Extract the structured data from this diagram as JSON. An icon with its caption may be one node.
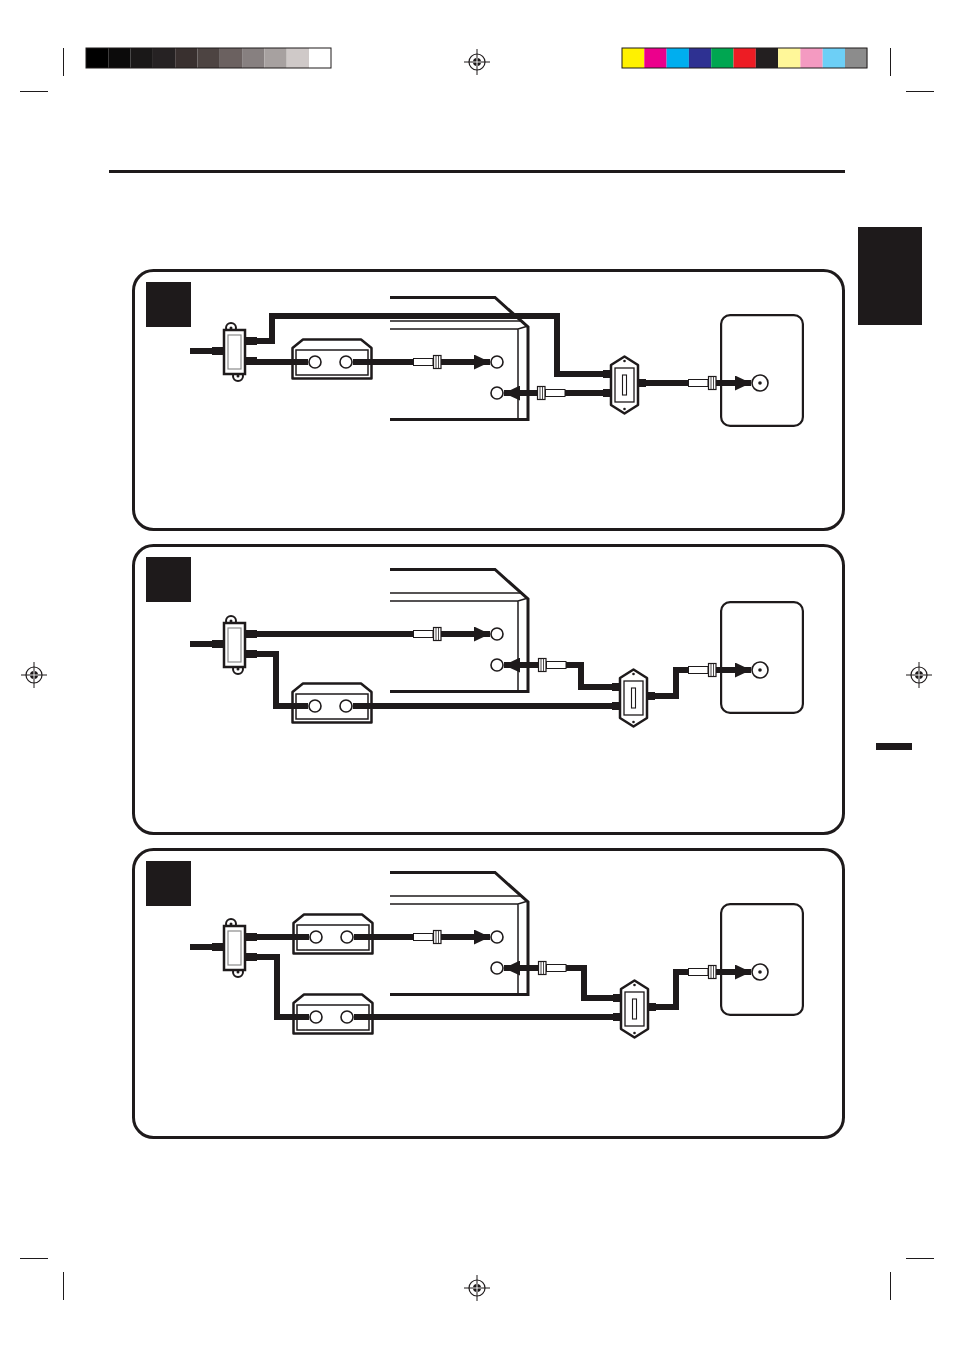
{
  "diagram": {
    "nodes": [
      {
        "text": [],
        "shape": "box"
      },
      {
        "text": [],
        "shape": "picture",
        "in": 0
      },
      {
        "text": [],
        "shape": "picture",
        "in": 0
      },
      {
        "text": [],
        "shape": "circle",
        "in": 2
      },
      {
        "text": [],
        "shape": "circle",
        "in": 2
      },
      {
        "text": [],
        "shape": "picture",
        "in": 0
      },
      {
        "text": [],
        "shape": "circle",
        "in": 5
      },
      {
        "text": [],
        "shape": "circle",
        "in": 5
      },
      {
        "text": [],
        "shape": "picture",
        "in": 0
      },
      {
        "text": [],
        "shape": "box",
        "in": 0
      },
      {
        "text": [],
        "shape": "circle",
        "in": 9
      },
      {
        "text": [],
        "shape": "box"
      },
      {
        "text": [],
        "shape": "picture",
        "in": 11
      },
      {
        "text": [],
        "shape": "picture",
        "in": 11
      },
      {
        "text": [],
        "shape": "circle",
        "in": 13
      },
      {
        "text": [],
        "shape": "circle",
        "in": 13
      },
      {
        "text": [],
        "shape": "picture",
        "in": 11
      },
      {
        "text": [],
        "shape": "circle",
        "in": 16
      },
      {
        "text": [],
        "shape": "circle",
        "in": 16
      },
      {
        "text": [],
        "shape": "picture",
        "in": 11
      },
      {
        "text": [],
        "shape": "box",
        "in": 11
      },
      {
        "text": [],
        "shape": "circle",
        "in": 20
      },
      {
        "text": [],
        "shape": "box"
      },
      {
        "text": [],
        "shape": "picture",
        "in": 22
      },
      {
        "text": [],
        "shape": "picture",
        "in": 22
      },
      {
        "text": [],
        "shape": "circle",
        "in": 24
      },
      {
        "text": [],
        "shape": "circle",
        "in": 24
      },
      {
        "text": [],
        "shape": "picture",
        "in": 22
      },
      {
        "text": [],
        "shape": "circle",
        "in": 27
      },
      {
        "text": [],
        "shape": "circle",
        "in": 27
      },
      {
        "text": [],
        "shape": "picture",
        "in": 22
      },
      {
        "text": [],
        "shape": "circle",
        "in": 30
      },
      {
        "text": [],
        "shape": "circle",
        "in": 30
      },
      {
        "text": [],
        "shape": "picture",
        "in": 22
      },
      {
        "text": [],
        "shape": "box",
        "in": 22
      },
      {
        "text": [],
        "shape": "circle",
        "in": 34
      },
      {
        "text": [],
        "shape": "bar"
      },
      {
        "text": [],
        "shape": "bar"
      }
    ],
    "edges": [
      {
        "from": null,
        "to": 1,
        "arrow": "none"
      },
      {
        "from": 1,
        "to": 8,
        "arrow": "none"
      },
      {
        "from": 1,
        "to": 3,
        "arrow": "none"
      },
      {
        "from": 4,
        "to": 6,
        "arrow": "to"
      },
      {
        "from": 8,
        "to": 7,
        "arrow": "to"
      },
      {
        "from": 8,
        "to": 10,
        "arrow": "to"
      },
      {
        "from": null,
        "to": 12,
        "arrow": "none"
      },
      {
        "from": 12,
        "to": 17,
        "arrow": "to"
      },
      {
        "from": 12,
        "to": 14,
        "arrow": "none"
      },
      {
        "from": 15,
        "to": 19,
        "arrow": "none"
      },
      {
        "from": 19,
        "to": 18,
        "arrow": "to"
      },
      {
        "from": 19,
        "to": 21,
        "arrow": "to"
      },
      {
        "from": null,
        "to": 23,
        "arrow": "none"
      },
      {
        "from": 23,
        "to": 25,
        "arrow": "none"
      },
      {
        "from": 26,
        "to": 31,
        "arrow": "to"
      },
      {
        "from": 23,
        "to": 28,
        "arrow": "none"
      },
      {
        "from": 29,
        "to": 33,
        "arrow": "none"
      },
      {
        "from": 33,
        "to": 32,
        "arrow": "to"
      },
      {
        "from": 33,
        "to": 35,
        "arrow": "to"
      }
    ]
  }
}
